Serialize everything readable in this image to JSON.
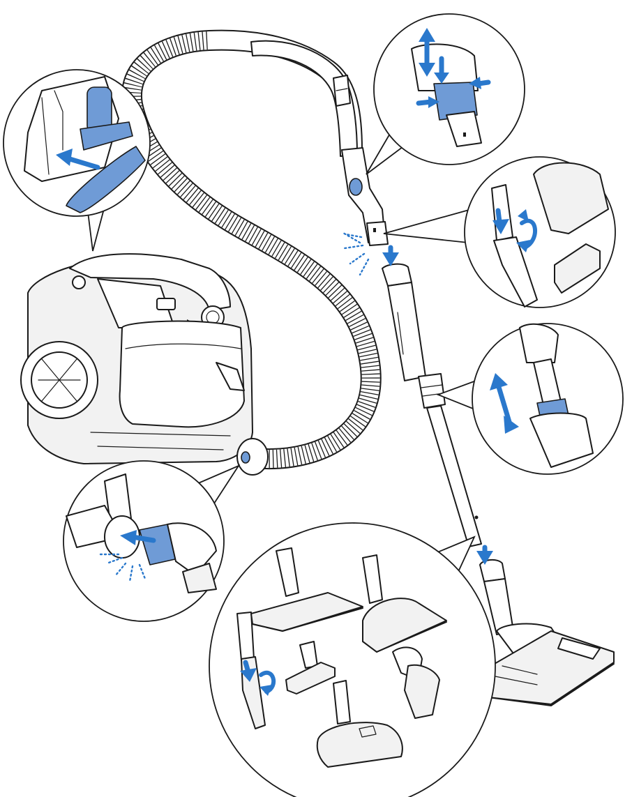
{
  "figure": {
    "subject": "vacuum-cleaner-assembly",
    "accent_color": "#2a78cc",
    "part_highlight_color": "#6f9bd6",
    "line_color": "#1a1a1a",
    "callouts": [
      "crevice-tool-storage",
      "handle-release",
      "accessory-nozzle-fit",
      "telescopic-tube-adjust",
      "hose-connection",
      "floor-nozzle-selection"
    ]
  }
}
